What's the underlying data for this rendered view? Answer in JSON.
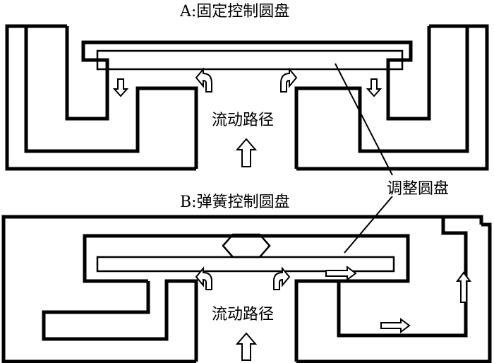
{
  "diagram": {
    "title_a": "A:固定控制圆盘",
    "title_b": "B:弹簧控制圆盘",
    "flow_path_a": "流动路径",
    "flow_path_b": "流动路径",
    "adjust_disk": "调整圆盘"
  }
}
